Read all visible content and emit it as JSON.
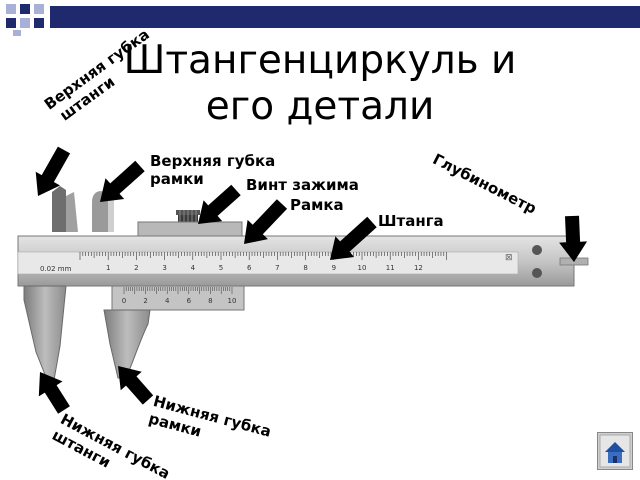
{
  "title": {
    "line1": "Штангенциркуль и",
    "line2": "его детали"
  },
  "labels": {
    "upper_jaw_bar": {
      "line1": "Верхняя губка",
      "line2": "штанги"
    },
    "upper_jaw_frame": {
      "line1": "Верхняя губка",
      "line2": "рамки"
    },
    "clamp_screw": "Винт зажима",
    "frame": "Рамка",
    "bar": "Штанга",
    "depth_gauge": "Глубинометр",
    "lower_jaw_frame": {
      "line1": "Нижняя губка",
      "line2": "рамки"
    },
    "lower_jaw_bar": {
      "line1": "Нижняя губка",
      "line2": "штанги"
    }
  },
  "scale": {
    "main_ticks": [
      "1",
      "2",
      "3",
      "4",
      "5",
      "6",
      "7",
      "8",
      "9",
      "10",
      "11",
      "12"
    ],
    "vernier_ticks": [
      "0",
      "2",
      "4",
      "6",
      "8",
      "10"
    ],
    "marking": "0.02 mm"
  },
  "colors": {
    "arrow": "#000000",
    "metal": "#c8c8c8",
    "metal_dark": "#8a8a8a",
    "topbar_dark": "#1f2a6e",
    "topbar_light": "#a8b0d8"
  },
  "icons": {
    "nav": "home-icon"
  }
}
